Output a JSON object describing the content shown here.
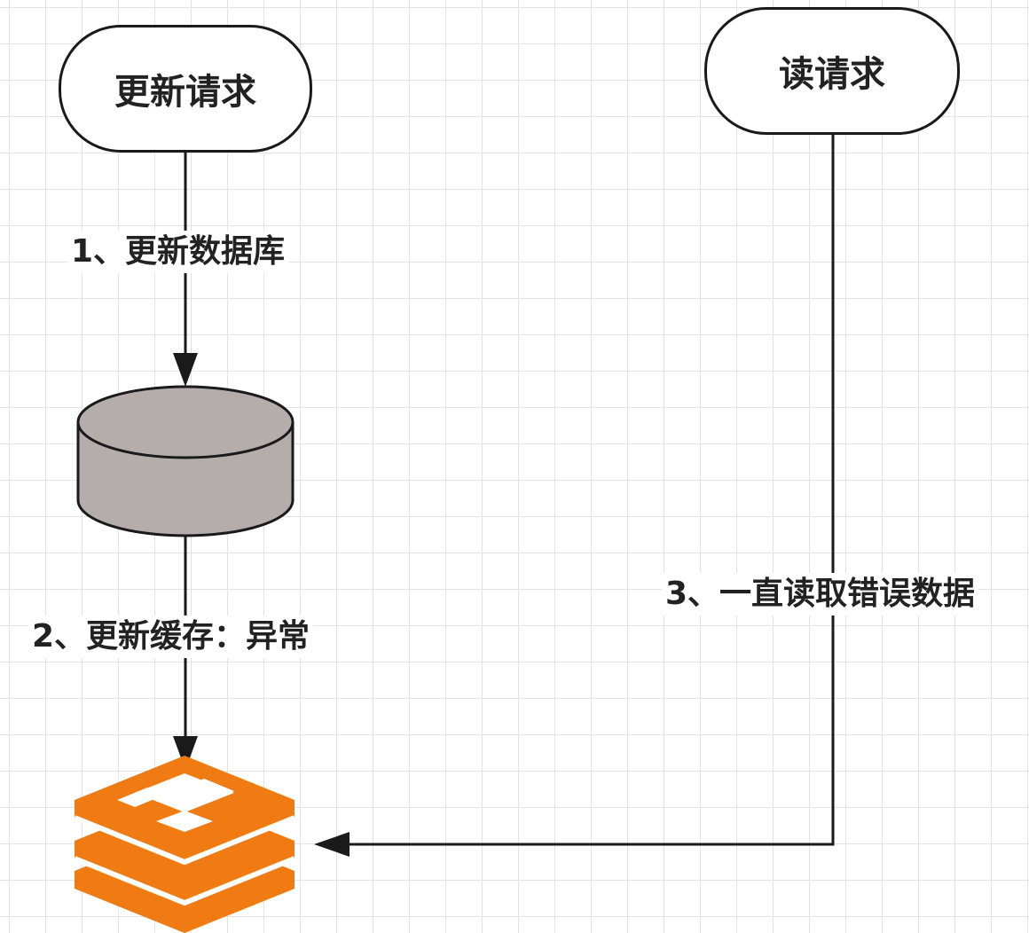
{
  "nodes": {
    "update_request": "更新请求",
    "read_request": "读请求"
  },
  "edges": {
    "step1": "1、更新数据库",
    "step2": "2、更新缓存：异常",
    "step3": "3、一直读取错误数据"
  },
  "icons": {
    "database": "database-cylinder-icon",
    "cache": "redis-icon"
  },
  "colors": {
    "database_fill": "#b5acac",
    "cache_orange": "#f07b12",
    "stroke": "#1a1a1a"
  }
}
